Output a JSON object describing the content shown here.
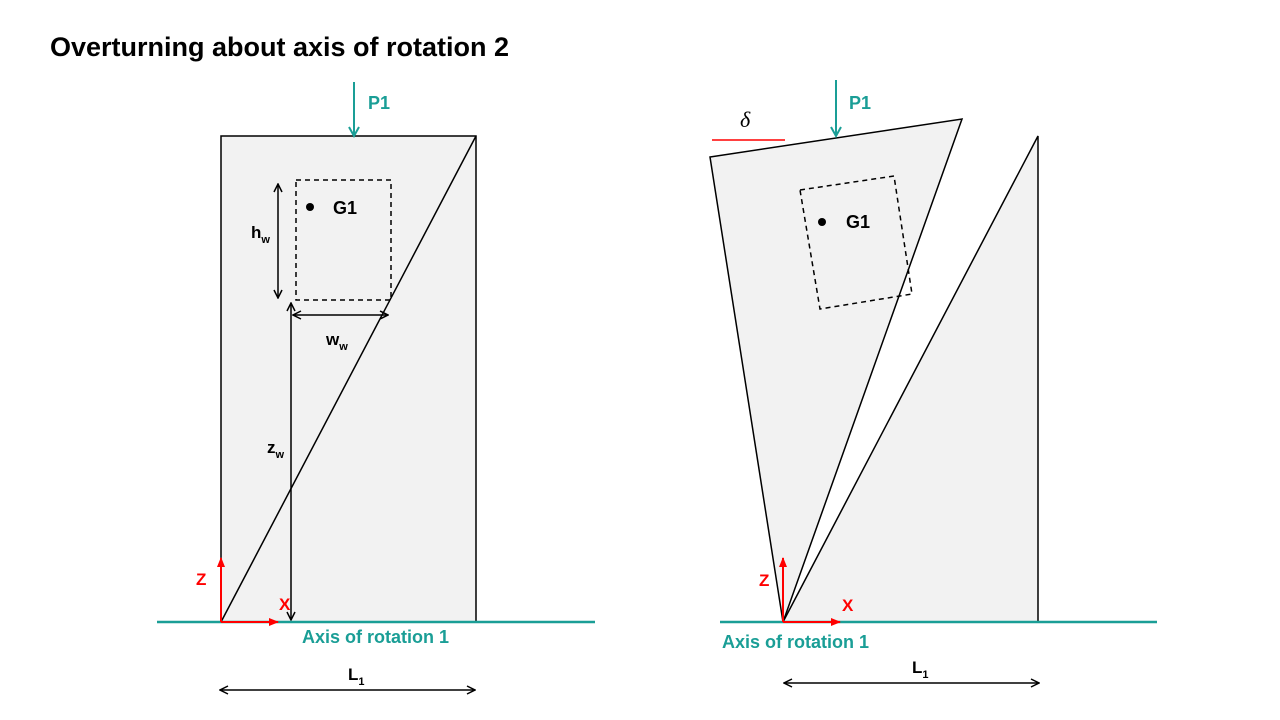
{
  "title": "Overturning about axis of rotation 2",
  "left": {
    "load_label": "P1",
    "centroid_label": "G1",
    "height_label": {
      "main": "h",
      "sub": "w"
    },
    "width_label": {
      "main": "w",
      "sub": "w"
    },
    "z_label": {
      "main": "z",
      "sub": "w"
    },
    "axis_z": "Z",
    "axis_x": "X",
    "axis_label": "Axis of rotation 1",
    "length_label": {
      "main": "L",
      "sub": "1"
    }
  },
  "right": {
    "delta_label": "δ",
    "load_label": "P1",
    "centroid_label": "G1",
    "axis_z": "Z",
    "axis_x": "X",
    "axis_label": "Axis of rotation 1",
    "length_label": {
      "main": "L",
      "sub": "1"
    }
  },
  "colors": {
    "teal": "#1a9e96",
    "red": "#ff0000",
    "fill": "#f2f2f2",
    "stroke": "#000000"
  }
}
